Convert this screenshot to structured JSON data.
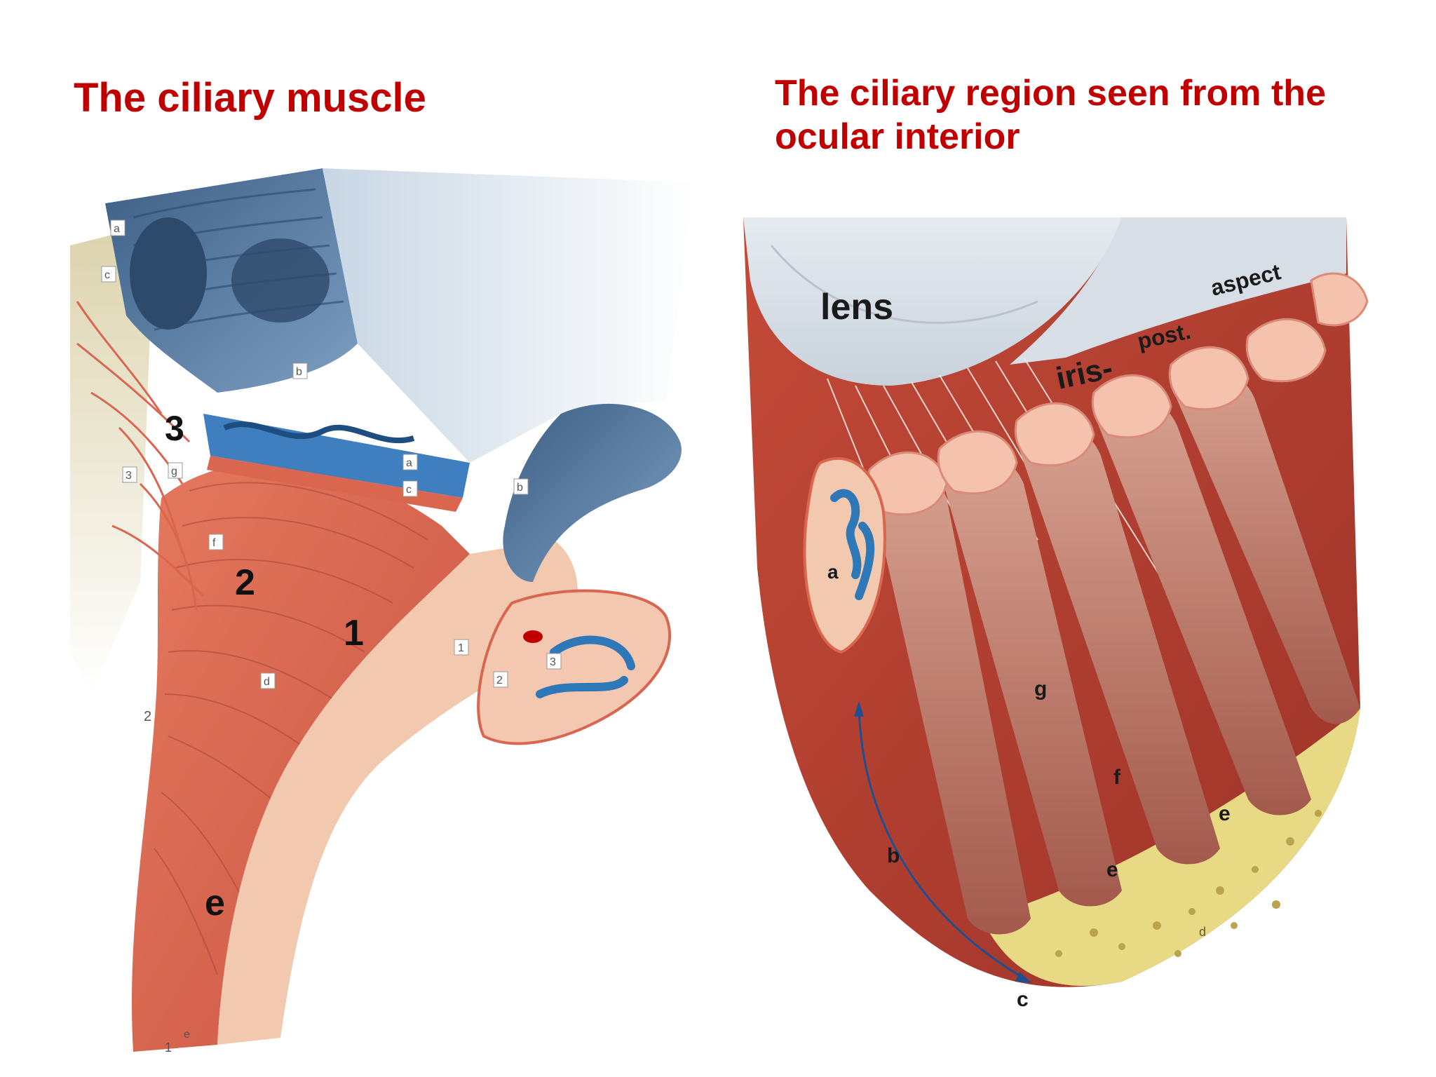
{
  "titles": {
    "left": "The ciliary muscle",
    "right": "The ciliary region seen from the ocular interior"
  },
  "left_labels": {
    "big_3": "3",
    "big_2": "2",
    "big_1": "1",
    "big_e": "e",
    "tag_a_top": "a",
    "tag_c_top": "c",
    "tag_b_mid": "b",
    "tag_a_mid": "a",
    "tag_c_mid": "c",
    "tag_b_right": "b",
    "tag_3_left": "3",
    "tag_g": "g",
    "tag_f": "f",
    "tag_d": "d",
    "tag_2_far": "2",
    "tag_1_small": "1",
    "tag_2_small": "2",
    "tag_3_small": "3",
    "tag_1_bottom": "1",
    "tag_e_bottom": "e"
  },
  "right_labels": {
    "lens": "lens",
    "iris": "iris-",
    "post": "post.",
    "aspect": "aspect",
    "a": "a",
    "b": "b",
    "c": "c",
    "d": "d",
    "e1": "e",
    "e2": "e",
    "f": "f",
    "g": "g"
  },
  "colors": {
    "title": "#c00000",
    "muscle": "#d9664f",
    "muscle_dark": "#a8453a",
    "vessel_blue": "#2f78b8",
    "stroma": "#f2c9ae",
    "cornea": "#e8eef4",
    "lens": "#dfe4ea",
    "yellow": "#e8d985"
  }
}
